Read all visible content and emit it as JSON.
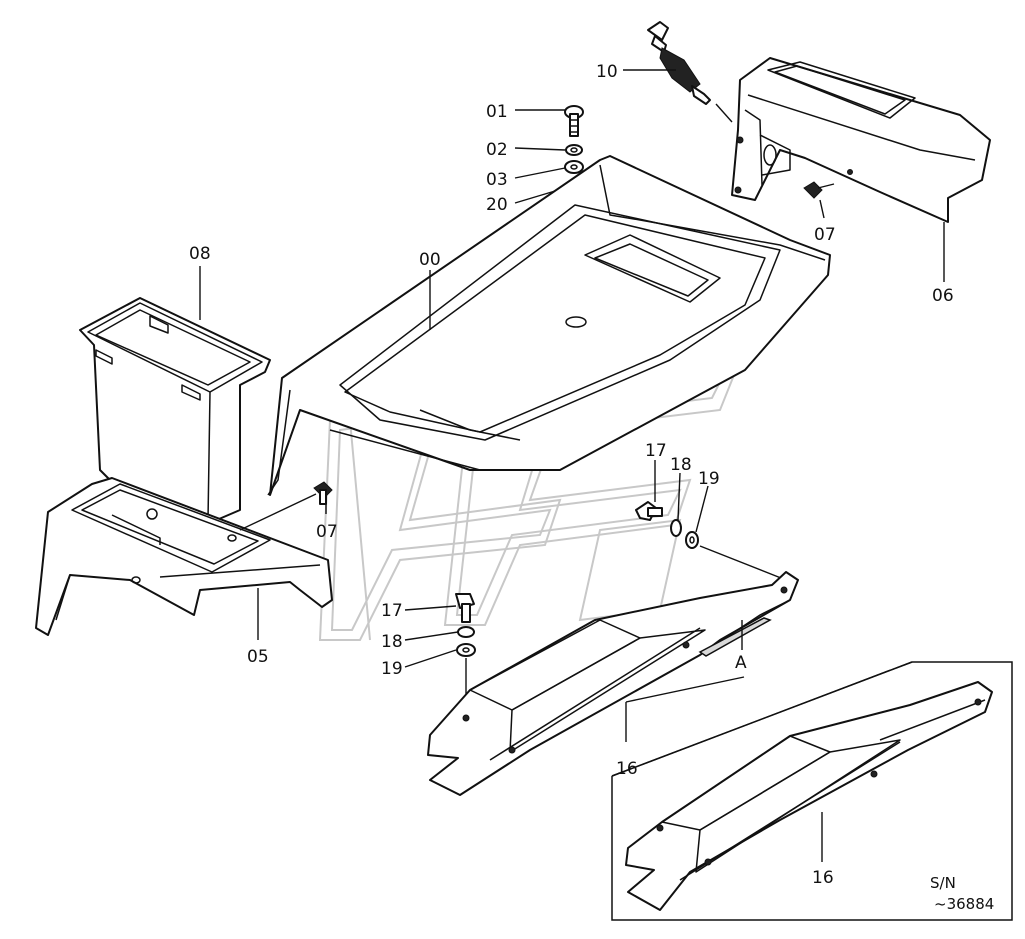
{
  "callouts": {
    "c01": "01",
    "c02": "02",
    "c03": "03",
    "c20": "20",
    "c10": "10",
    "c07_top": "07",
    "c06": "06",
    "c08": "08",
    "c00": "00",
    "c07_left": "07",
    "c05": "05",
    "c17_right": "17",
    "c18_right": "18",
    "c19_right": "19",
    "c17_left": "17",
    "c18_left": "18",
    "c19_left": "19",
    "cA": "A",
    "c16_main": "16",
    "c16_inset": "16"
  },
  "inset_note": {
    "line1": "S/N",
    "line2": "~36884"
  }
}
